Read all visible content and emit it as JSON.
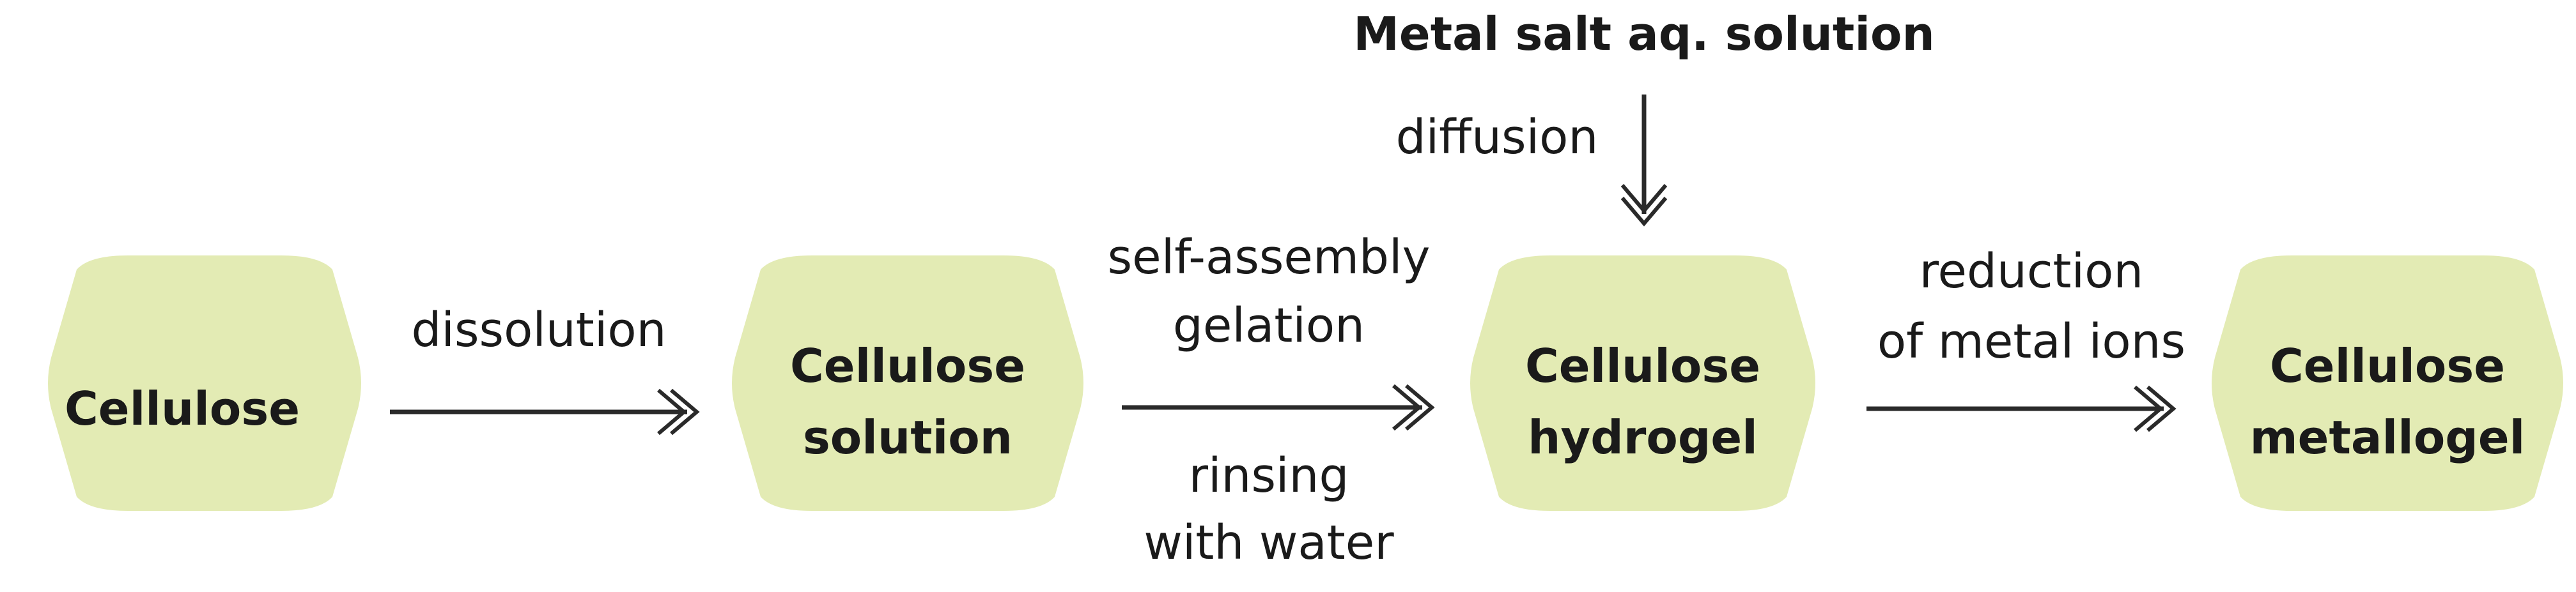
{
  "colors": {
    "node_fill": "#e3ebb4",
    "text": "#1a1a1a",
    "arrow": "#2a2a2a"
  },
  "input": {
    "label": "Metal salt aq. solution",
    "step": "diffusion"
  },
  "nodes": [
    {
      "lines": [
        "Cellulose"
      ]
    },
    {
      "lines": [
        "Cellulose",
        "solution"
      ]
    },
    {
      "lines": [
        "Cellulose",
        "hydrogel"
      ]
    },
    {
      "lines": [
        "Cellulose",
        "metallogel"
      ]
    }
  ],
  "steps": [
    {
      "above": [
        "dissolution"
      ],
      "below": []
    },
    {
      "above": [
        "self-assembly",
        "gelation"
      ],
      "below": [
        "rinsing",
        "with water"
      ]
    },
    {
      "above": [
        "reduction",
        "of metal ions"
      ],
      "below": []
    }
  ]
}
